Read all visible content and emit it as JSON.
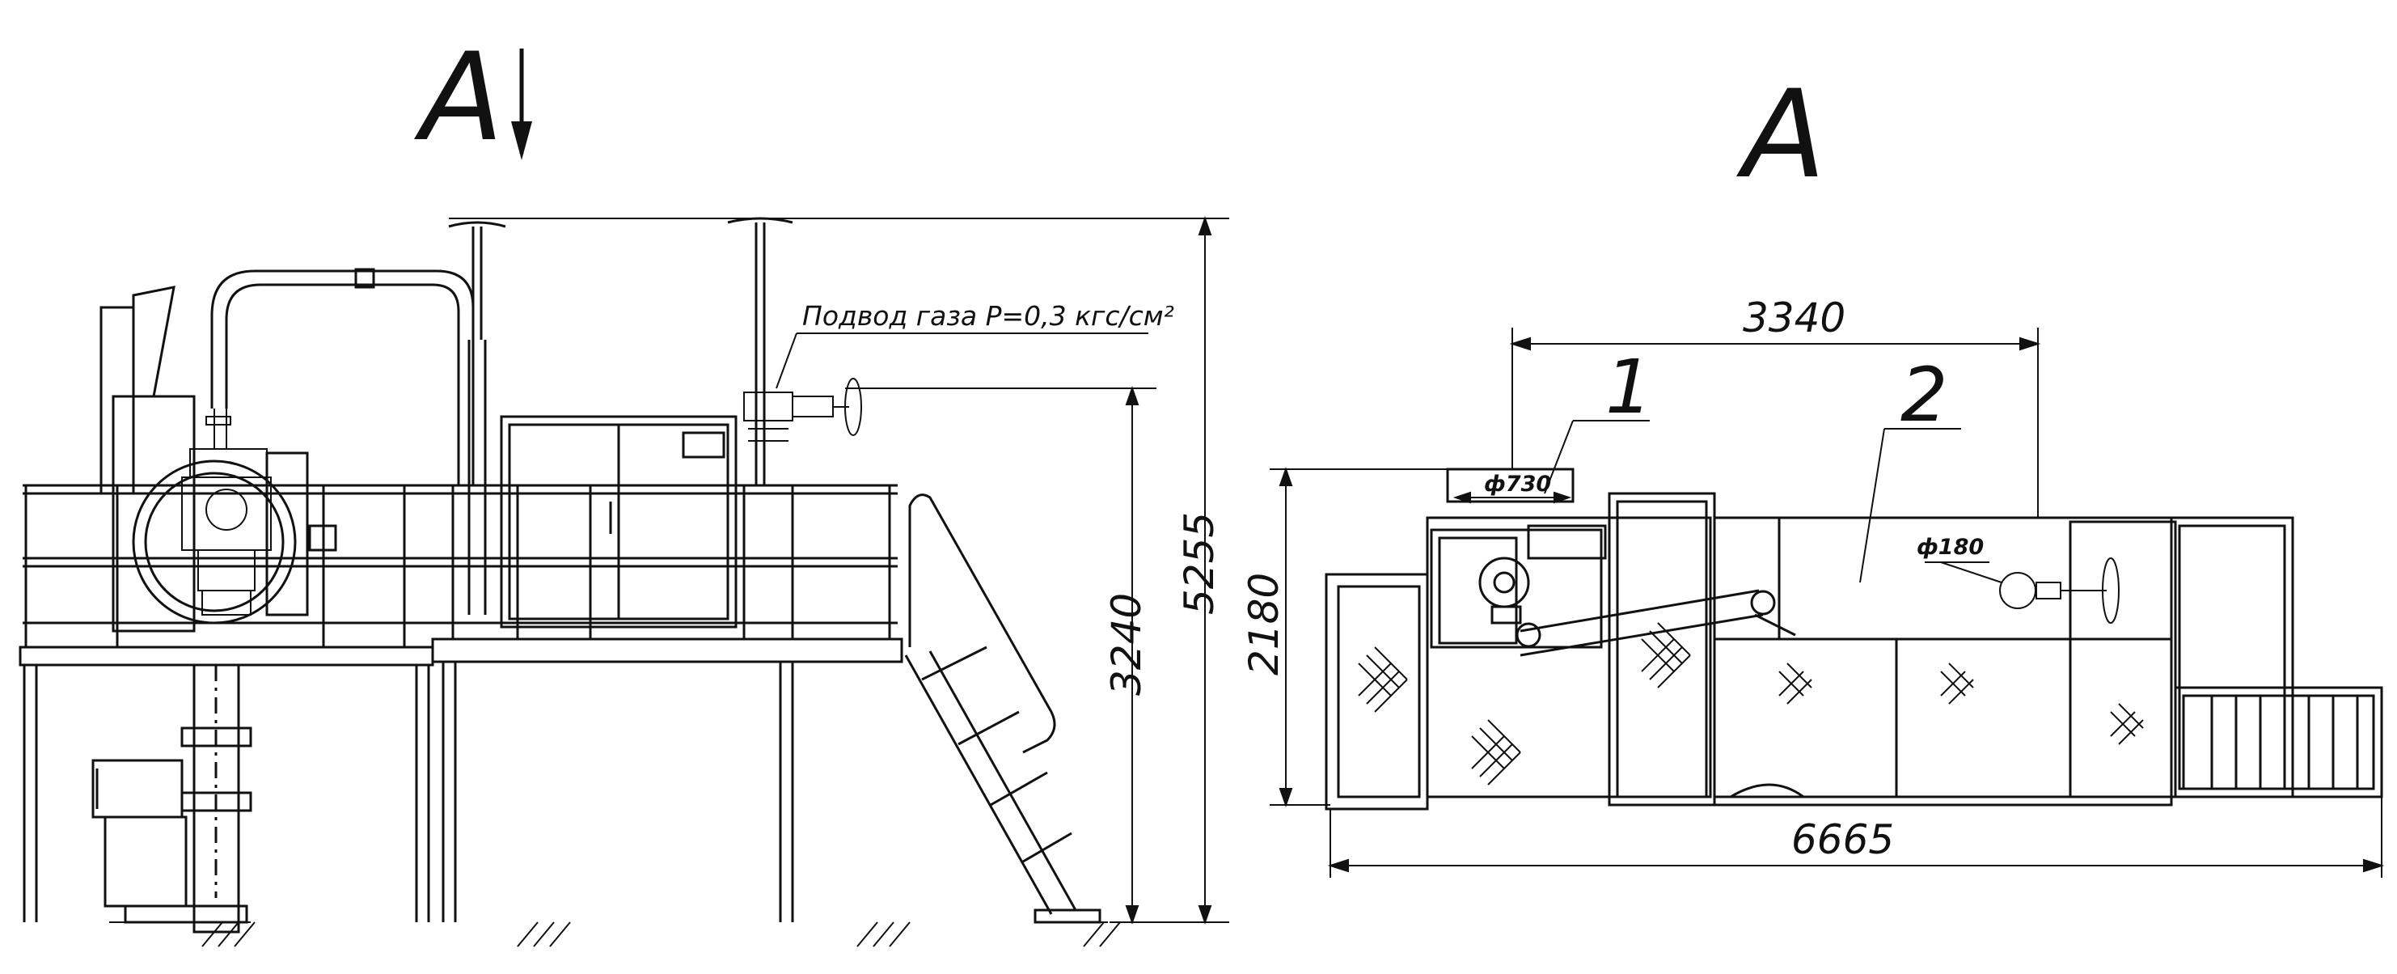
{
  "left_view": {
    "view_label": "А",
    "gas_note": "Подвод газа Р=0,3 кгс/см²",
    "dim_height_total": "5255",
    "dim_height_platform": "3240"
  },
  "right_view": {
    "view_label": "А",
    "dim_top": "3340",
    "dim_bottom": "6665",
    "dim_side": "2180",
    "diam_large": "ф730",
    "diam_small": "ф180",
    "callout_1": "1",
    "callout_2": "2"
  }
}
